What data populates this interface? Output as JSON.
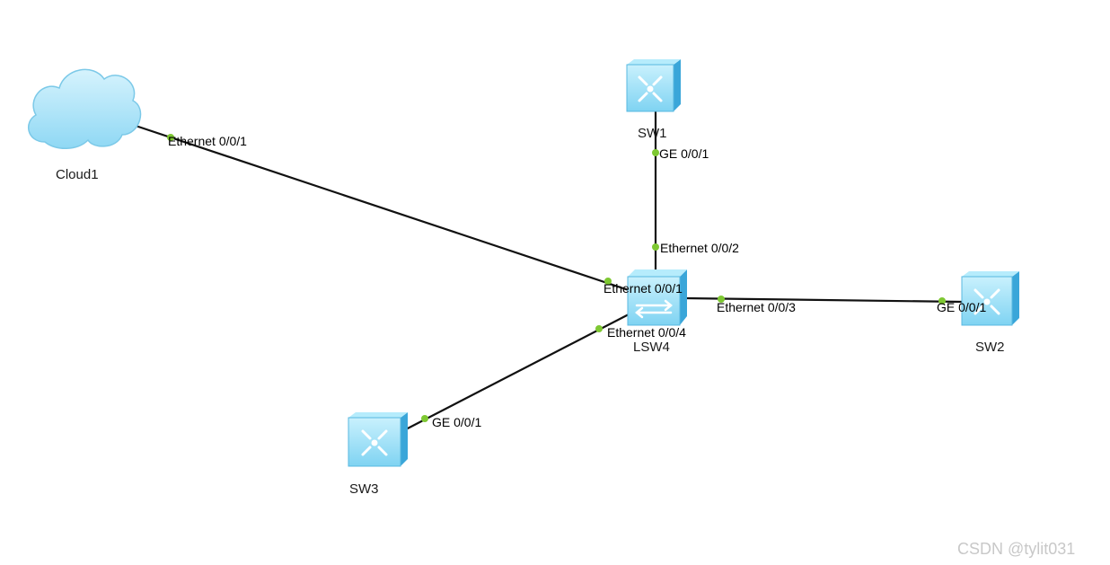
{
  "diagram": {
    "devices": [
      {
        "id": "cloud1",
        "name": "Cloud1",
        "type": "cloud"
      },
      {
        "id": "sw1",
        "name": "SW1",
        "type": "switch"
      },
      {
        "id": "sw2",
        "name": "SW2",
        "type": "switch"
      },
      {
        "id": "sw3",
        "name": "SW3",
        "type": "switch"
      },
      {
        "id": "lsw4",
        "name": "LSW4",
        "type": "l2-switch"
      }
    ],
    "links": [
      {
        "from": "cloud1",
        "from_port": "Ethernet 0/0/1",
        "to": "lsw4",
        "to_port": "Ethernet 0/0/1"
      },
      {
        "from": "sw1",
        "from_port": "GE 0/0/1",
        "to": "lsw4",
        "to_port": "Ethernet 0/0/2"
      },
      {
        "from": "lsw4",
        "from_port": "Ethernet 0/0/3",
        "to": "sw2",
        "to_port": "GE 0/0/1"
      },
      {
        "from": "lsw4",
        "from_port": "Ethernet 0/0/4",
        "to": "sw3",
        "to_port": "GE 0/0/1"
      }
    ],
    "colors": {
      "link": "#111111",
      "port": "#7ec832",
      "switch_face": "#8fdcf5",
      "switch_side": "#3aa6d9",
      "cloud": "#a9e2f7"
    }
  },
  "watermark": "CSDN @tylit031"
}
